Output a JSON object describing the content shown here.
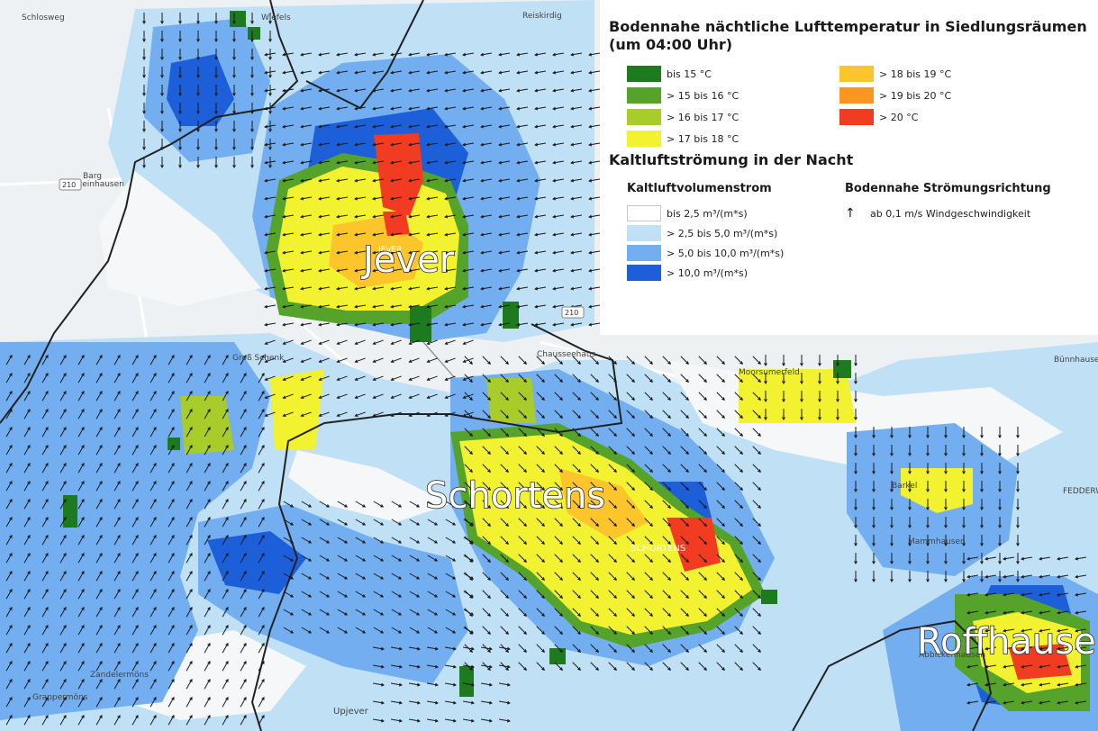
{
  "legend": {
    "temperature_title": "Bodennahe nächtliche Lufttemperatur in Siedlungsräumen (um 04:00 Uhr)",
    "temperature_classes": [
      {
        "label": "bis 15 °C",
        "color": "#1e7a1e"
      },
      {
        "label": "> 15 bis 16 °C",
        "color": "#55a32a"
      },
      {
        "label": "> 16 bis 17 °C",
        "color": "#a8cd2a"
      },
      {
        "label": "> 17 bis 18 °C",
        "color": "#f2f230"
      },
      {
        "label": "> 18 bis 19 °C",
        "color": "#fbc52b"
      },
      {
        "label": "> 19 bis 20 °C",
        "color": "#fa9621"
      },
      {
        "label": "> 20 °C",
        "color": "#f23c21"
      }
    ],
    "flow_title": "Kaltluftströmung in der Nacht",
    "volume_heading": "Kaltluftvolumenstrom",
    "volume_classes": [
      {
        "label": "bis 2,5 m³/(m*s)",
        "color": "#ffffff"
      },
      {
        "label": "> 2,5 bis 5,0 m³/(m*s)",
        "color": "#bfe0f5"
      },
      {
        "label": "> 5,0 bis 10,0 m³/(m*s)",
        "color": "#72aef0"
      },
      {
        "label": "> 10,0 m³/(m*s)",
        "color": "#1d5fd8"
      }
    ],
    "direction_heading": "Bodennahe Strömungsrichtung",
    "direction_icon": "up-arrow-icon",
    "direction_label": "ab 0,1 m/s Windgeschwindigkeit"
  },
  "map": {
    "towns": [
      "Jever",
      "Schortens",
      "Roffhausen"
    ],
    "small_labels": [
      "JEVER",
      "SCHORTENS",
      "Moorsumerfeld",
      "Chausseehaus",
      "Groß Schenk",
      "Upjever",
      "Zandelermöns",
      "Grappermöns",
      "Abbickenhausen",
      "Barkel",
      "Mammhausen",
      "Bünnhausen",
      "FEDDERWA",
      "Steinhausen",
      "Barg",
      "Schlosweg",
      "Wiefels",
      "Reiskirdig"
    ],
    "road_labels": [
      "210",
      "210"
    ]
  }
}
